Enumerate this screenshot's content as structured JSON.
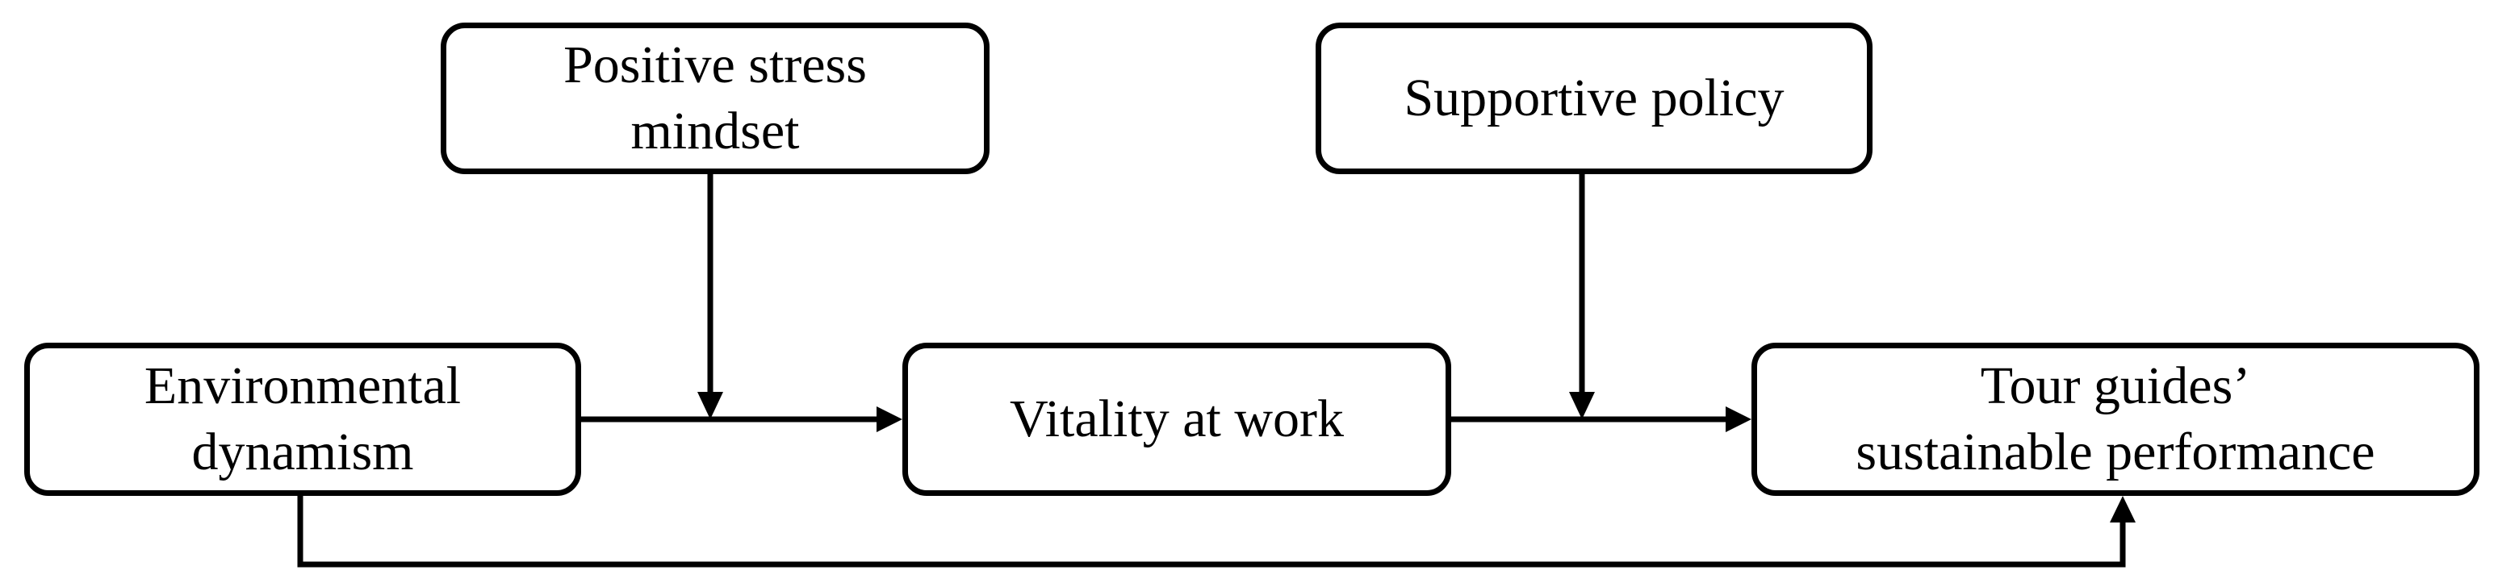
{
  "diagram": {
    "nodes": {
      "positive_stress_mindset": "Positive stress\nmindset",
      "supportive_policy": "Supportive policy",
      "environmental_dynamism": "Environmental\ndynamism",
      "vitality_at_work": "Vitality at work",
      "sustainable_performance": "Tour guides’\nsustainable performance"
    },
    "edges": [
      {
        "from": "environmental_dynamism",
        "to": "vitality_at_work"
      },
      {
        "from": "vitality_at_work",
        "to": "sustainable_performance"
      },
      {
        "from": "environmental_dynamism",
        "to": "sustainable_performance"
      },
      {
        "from": "positive_stress_mindset",
        "to": "environmental_dynamism->vitality_at_work"
      },
      {
        "from": "supportive_policy",
        "to": "vitality_at_work->sustainable_performance"
      }
    ],
    "colors": {
      "line": "#000000",
      "box_border": "#000000",
      "background": "#ffffff"
    }
  }
}
